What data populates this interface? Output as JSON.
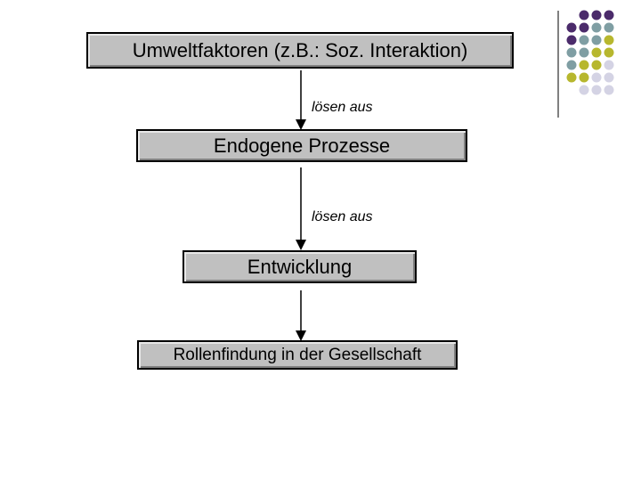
{
  "boxes": [
    {
      "text": "Umweltfaktoren (z.B.: Soz. Interaktion)"
    },
    {
      "text": "Endogene Prozesse"
    },
    {
      "text": "Entwicklung"
    },
    {
      "text": "Rollenfindung in der Gesellschaft"
    }
  ],
  "edge_labels": [
    "lösen aus",
    "lösen aus"
  ],
  "colors": {
    "box_fill": "#c0c0c0",
    "dot_purple": "#4b2b6b",
    "dot_teal": "#7f9ea3",
    "dot_olive": "#b7b72e",
    "dot_light": "#d4d3e4"
  }
}
